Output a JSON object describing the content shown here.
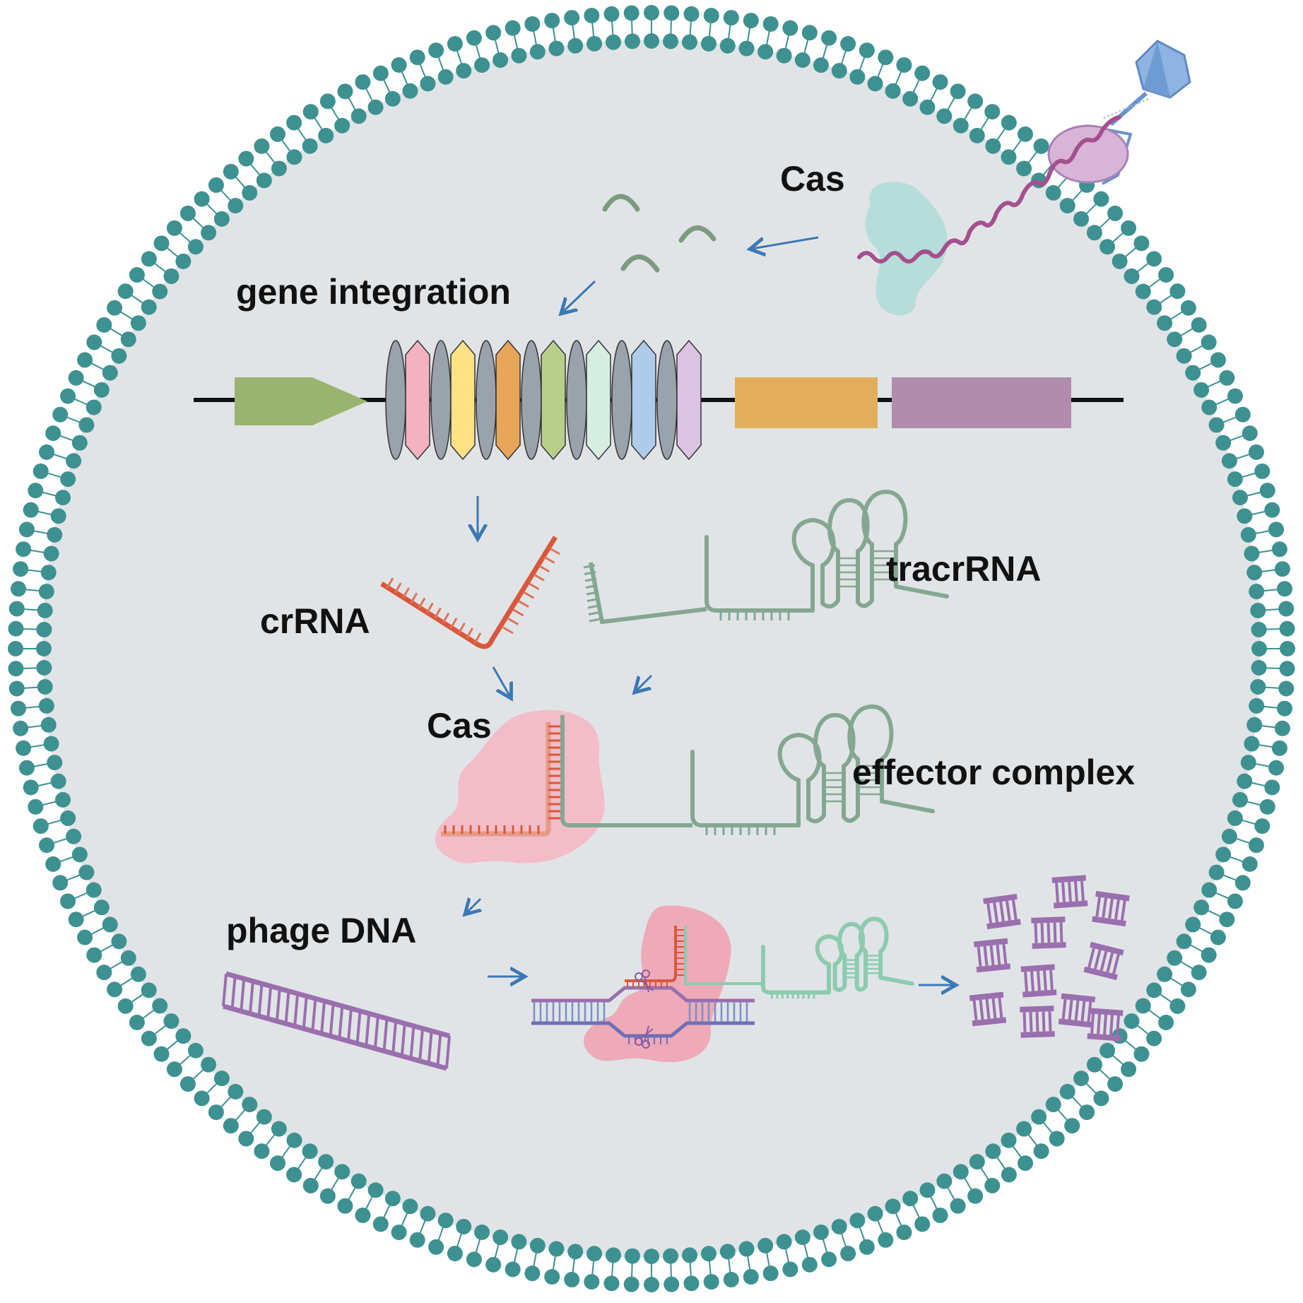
{
  "labels": {
    "cas_top": "Cas",
    "gene_integration": "gene integration",
    "tracrRNA": "tracrRNA",
    "crRNA": "crRNA",
    "cas_mid": "Cas",
    "effector_complex": "effector complex",
    "phage_DNA": "phage DNA"
  },
  "colors": {
    "cell_fill": "#e1e4e6",
    "membrane": "#3e9191",
    "arrow": "#3b78b5",
    "cas_protein_top": "#b3dcd9",
    "cas_protein_effector": "#f4b8c4",
    "crRNA": "#d9583c",
    "tracrRNA": "#85a791",
    "phage_dna": "#9a6fae",
    "phage_genome": "#a4508e",
    "leader": "#9ab46f",
    "cas_gene_1": "#e3ae5c",
    "cas_gene_2": "#b08dac",
    "repeat": "#9aa3ab"
  },
  "spacer_colors": [
    "#f4b2c1",
    "#fde185",
    "#e8a65a",
    "#b8cf8c",
    "#d6eee1",
    "#aeccea",
    "#dcc3e3"
  ],
  "icons": {
    "phage": "bacteriophage-icon",
    "scissors": "scissors-icon"
  }
}
